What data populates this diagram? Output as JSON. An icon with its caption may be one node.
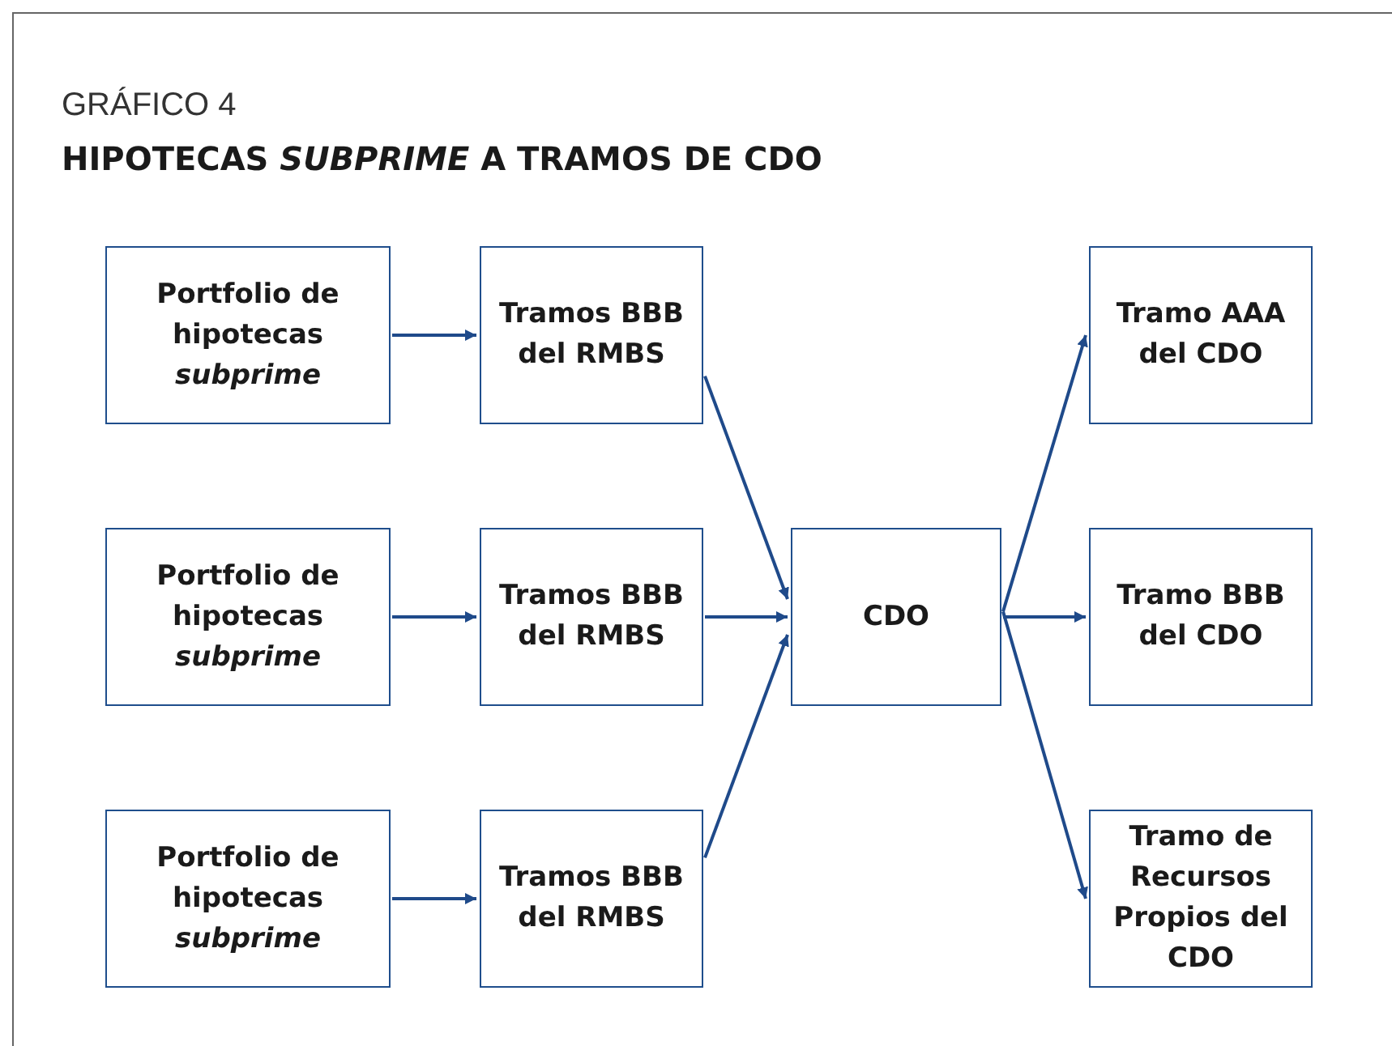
{
  "diagram": {
    "title": "GRÁFICO 4",
    "caption": "HIPOTECAS *SUBPRIME* A TRAMOS DE CDO",
    "nodes": [
      {
        "text": [
          "Portfolio de hipotecas *subprime*"
        ]
      },
      {
        "text": [
          "Tramos BBB del RMBS"
        ]
      },
      {
        "text": [
          "Tramo AAA del CDO"
        ]
      },
      {
        "text": [
          "Portfolio de hipotecas *subprime*"
        ]
      },
      {
        "text": [
          "Tramos BBB del RMBS"
        ]
      },
      {
        "text": [
          "CDO"
        ]
      },
      {
        "text": [
          "Tramo BBB del CDO"
        ]
      },
      {
        "text": [
          "Portfolio de hipotecas *subprime*"
        ]
      },
      {
        "text": [
          "Tramos BBB del RMBS"
        ]
      },
      {
        "text": [
          "Tramo de Recursos Propios del CDO"
        ]
      }
    ],
    "edges": [
      {
        "from": 0,
        "to": 1,
        "arrow": "to"
      },
      {
        "from": 3,
        "to": 4,
        "arrow": "to"
      },
      {
        "from": 7,
        "to": 8,
        "arrow": "to"
      },
      {
        "from": 1,
        "to": 5,
        "arrow": "to"
      },
      {
        "from": 4,
        "to": 5,
        "arrow": "to"
      },
      {
        "from": 8,
        "to": 5,
        "arrow": "to"
      },
      {
        "from": 5,
        "to": 2,
        "arrow": "to"
      },
      {
        "from": 5,
        "to": 6,
        "arrow": "to"
      },
      {
        "from": 5,
        "to": 9,
        "arrow": "to"
      }
    ]
  }
}
